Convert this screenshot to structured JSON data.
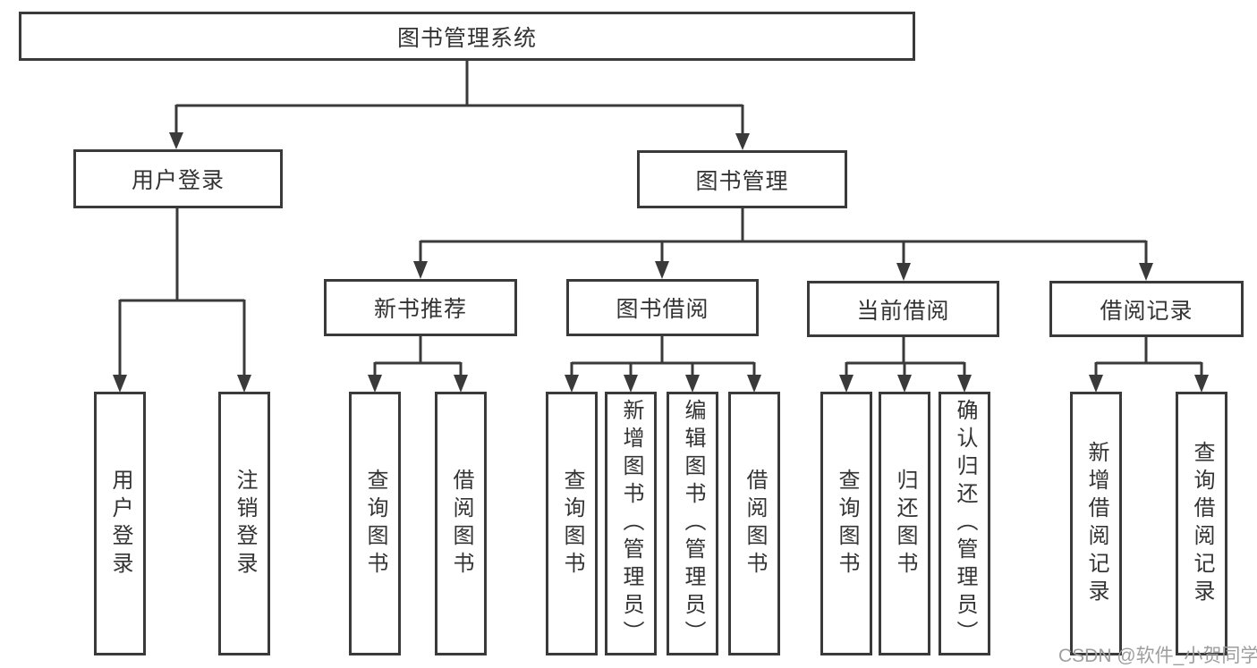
{
  "colors": {
    "line": "#3a3a3a",
    "text": "#333333",
    "watermark": "#9e9e9e",
    "background": "#ffffff"
  },
  "nodes": {
    "root": {
      "label": "图书管理系统"
    },
    "userLogin": {
      "label": "用户登录"
    },
    "bookMgmt": {
      "label": "图书管理"
    },
    "newBookRec": {
      "label": "新书推荐"
    },
    "bookBorrow": {
      "label": "图书借阅"
    },
    "currentBorrow": {
      "label": "当前借阅"
    },
    "borrowRecord": {
      "label": "借阅记录"
    },
    "leafUserLogin": {
      "label": "用户登录"
    },
    "leafLogoutLogin": {
      "label": "注销登录"
    },
    "leafQueryBookRec": {
      "label": "查询图书"
    },
    "leafBorrowBookRec": {
      "label": "借阅图书"
    },
    "leafQueryBookBorrow": {
      "label": "查询图书"
    },
    "leafAddBookAdmin": {
      "label": "新增图书（管理员）"
    },
    "leafEditBookAdmin": {
      "label": "编辑图书（管理员）"
    },
    "leafBorrowBookBorrow": {
      "label": "借阅图书"
    },
    "leafQueryBookCurrent": {
      "label": "查询图书"
    },
    "leafReturnBook": {
      "label": "归还图书"
    },
    "leafConfirmReturnAdmin": {
      "label": "确认归还（管理员）"
    },
    "leafAddBorrowRecord": {
      "label": "新增借阅记录"
    },
    "leafQueryBorrowRecord": {
      "label": "查询借阅记录"
    }
  },
  "hierarchy": {
    "图书管理系统": {
      "用户登录": [
        "用户登录",
        "注销登录"
      ],
      "图书管理": {
        "新书推荐": [
          "查询图书",
          "借阅图书"
        ],
        "图书借阅": [
          "查询图书",
          "新增图书（管理员）",
          "编辑图书（管理员）",
          "借阅图书"
        ],
        "当前借阅": [
          "查询图书",
          "归还图书",
          "确认归还（管理员）"
        ],
        "借阅记录": [
          "新增借阅记录",
          "查询借阅记录"
        ]
      }
    }
  },
  "watermark": {
    "text": "CSDN @软件_小贺同学"
  }
}
